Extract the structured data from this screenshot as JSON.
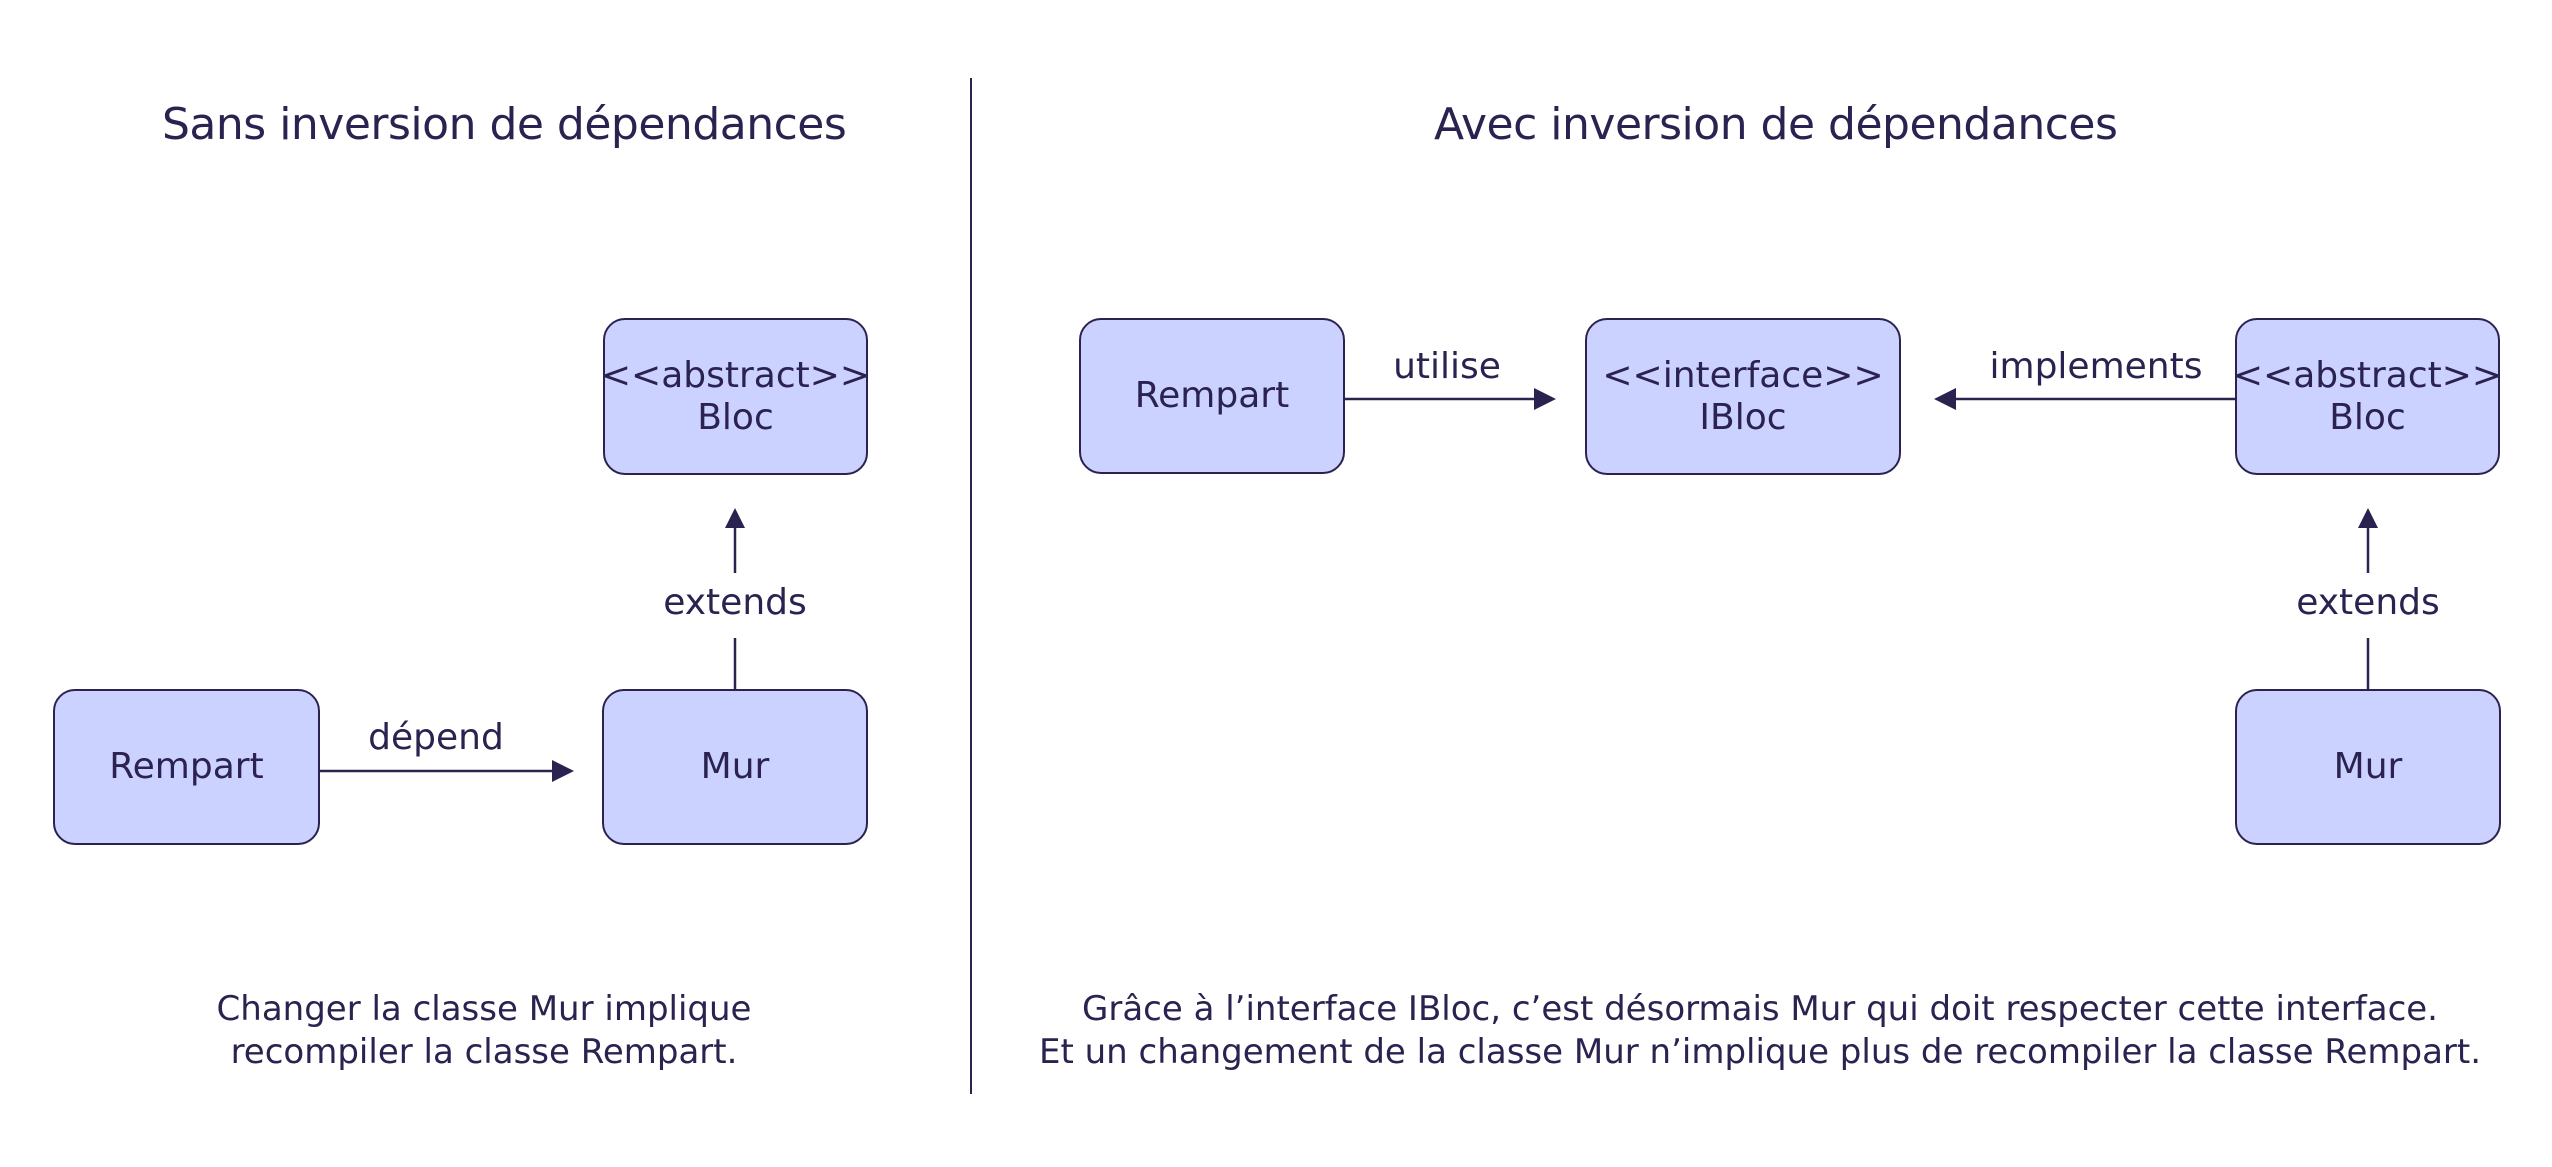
{
  "left": {
    "title": "Sans inversion de dépendances",
    "boxes": {
      "bloc": {
        "stereotype": "<<abstract>>",
        "name": "Bloc"
      },
      "rempart": {
        "name": "Rempart"
      },
      "mur": {
        "name": "Mur"
      }
    },
    "edges": {
      "extends": "extends",
      "depend": "dépend"
    },
    "caption": {
      "line1": "Changer la classe Mur implique",
      "line2": "recompiler la classe Rempart."
    }
  },
  "right": {
    "title": "Avec inversion de dépendances",
    "boxes": {
      "rempart": {
        "name": "Rempart"
      },
      "ibloc": {
        "stereotype": "<<interface>>",
        "name": "IBloc"
      },
      "bloc": {
        "stereotype": "<<abstract>>",
        "name": "Bloc"
      },
      "mur": {
        "name": "Mur"
      }
    },
    "edges": {
      "utilise": "utilise",
      "implements": "implements",
      "extends": "extends"
    },
    "caption": {
      "line1": "Grâce à l’interface IBloc, c’est désormais Mur qui doit respecter cette interface.",
      "line2": "Et un changement de la classe Mur n’implique plus de recompiler la classe Rempart."
    }
  },
  "colors": {
    "box_fill": "#cbd2ff",
    "stroke": "#2b2250",
    "title_highlight": "#a7adf5"
  }
}
